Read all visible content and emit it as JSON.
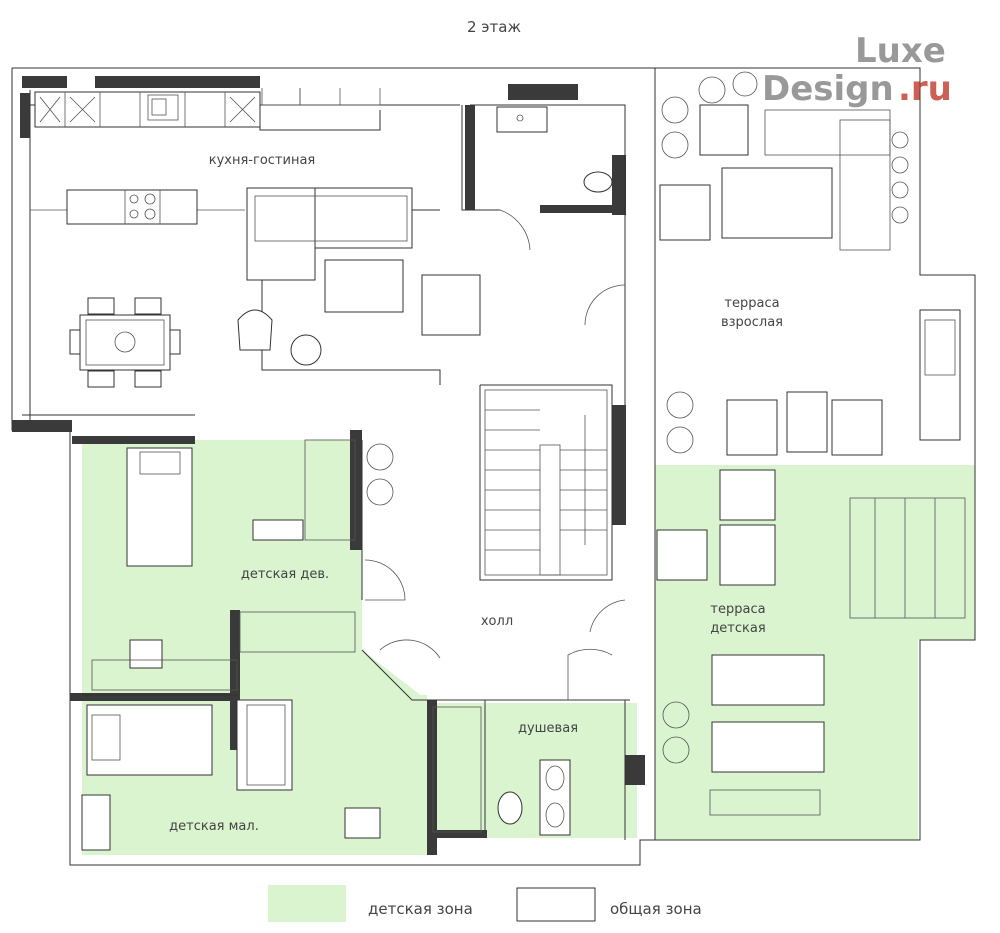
{
  "title": "2 этаж",
  "rooms": {
    "kitchen_living": "кухня-гостиная",
    "terrace_adult_line1": "терраса",
    "terrace_adult_line2": "взрослая",
    "girls_room": "детская дев.",
    "hall": "холл",
    "terrace_kids_line1": "терраса",
    "terrace_kids_line2": "детская",
    "shower": "душевая",
    "boys_room": "детская мал."
  },
  "legend": {
    "kids_zone": "детская зона",
    "common_zone": "общая зона",
    "kids_color": "#d9f4cf",
    "common_color": "#ffffff"
  },
  "watermark": {
    "line1": "Luxe",
    "line2_a": "Design",
    "line2_b": ".ru"
  }
}
